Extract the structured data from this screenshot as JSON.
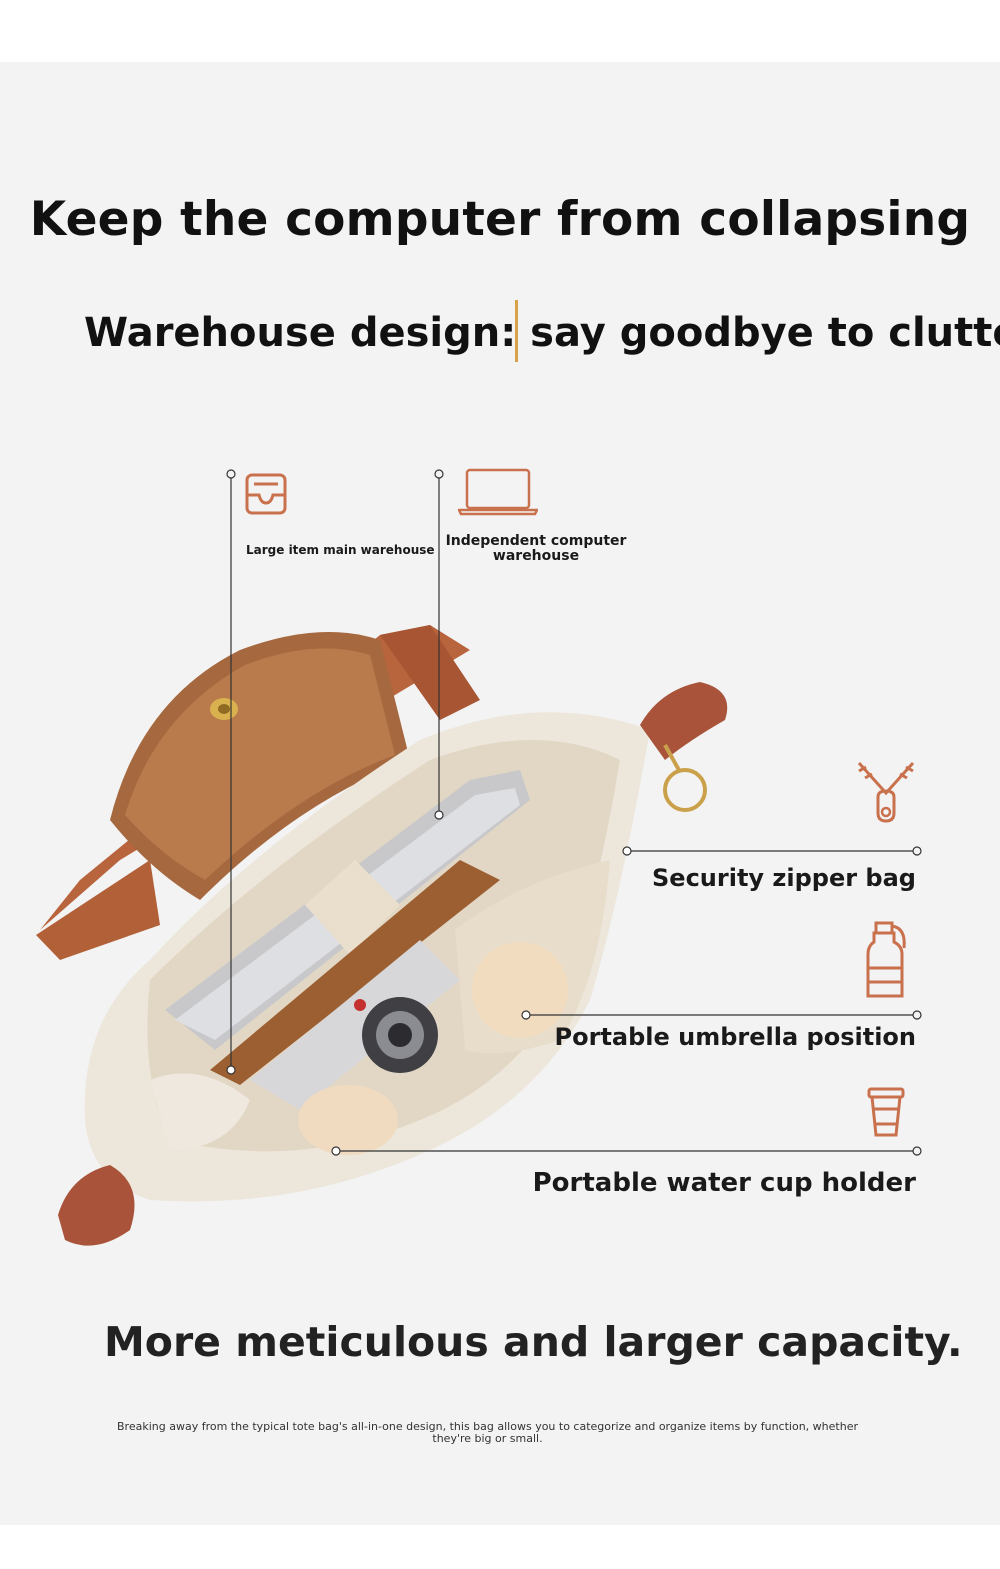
{
  "headline": "Keep the computer from collapsing",
  "subheadline": "Warehouse design: say goodbye to clutter",
  "labels": {
    "large_item": "Large item main warehouse",
    "computer": "Independent computer warehouse",
    "zipper": "Security zipper bag",
    "umbrella": "Portable umbrella position",
    "water_cup": "Portable water cup holder"
  },
  "capacity_title": "More meticulous and larger capacity.",
  "caption": "Breaking away from the typical tote bag's all-in-one design, this bag allows you to categorize and organize items by function, whether they're big or small.",
  "colors": {
    "accent": "#c9714d",
    "leather": "#a85a36",
    "nylon": "#ede6da",
    "background": "#f3f3f3"
  },
  "icons": [
    "inbox-tray-icon",
    "laptop-icon",
    "zipper-icon",
    "bottle-icon",
    "cup-icon"
  ]
}
